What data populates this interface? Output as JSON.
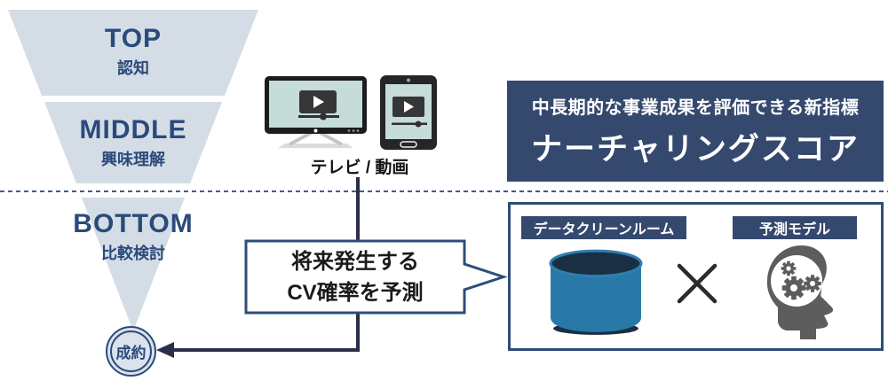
{
  "funnel": {
    "stages": [
      {
        "name": "TOP",
        "label": "認知"
      },
      {
        "name": "MIDDLE",
        "label": "興味理解"
      },
      {
        "name": "BOTTOM",
        "label": "比較検討"
      }
    ],
    "goal_label": "成約"
  },
  "media": {
    "caption": "テレビ / 動画"
  },
  "callout": {
    "line1": "将来発生する",
    "line2": "CV確率を予測"
  },
  "header": {
    "subtitle": "中長期的な事業成果を評価できる新指標",
    "title": "ナーチャリングスコア"
  },
  "formula": {
    "left_label": "データクリーンルーム",
    "right_label": "予測モデル",
    "operator": "×",
    "left_icon": "database-icon",
    "right_icon": "brain-gears-icon"
  },
  "colors": {
    "funnel_fill": "#d4dde6",
    "navy_text": "#2b4a7c",
    "panel_navy": "#35496e",
    "box_border": "#2e4d78",
    "arrow_dark": "#2b2e48",
    "dashed_line": "#3c5c92",
    "screen_teal": "#c5dcd9",
    "database_blue": "#2878a8",
    "database_dark": "#1b2f44",
    "head_gray": "#5d5d5d"
  }
}
